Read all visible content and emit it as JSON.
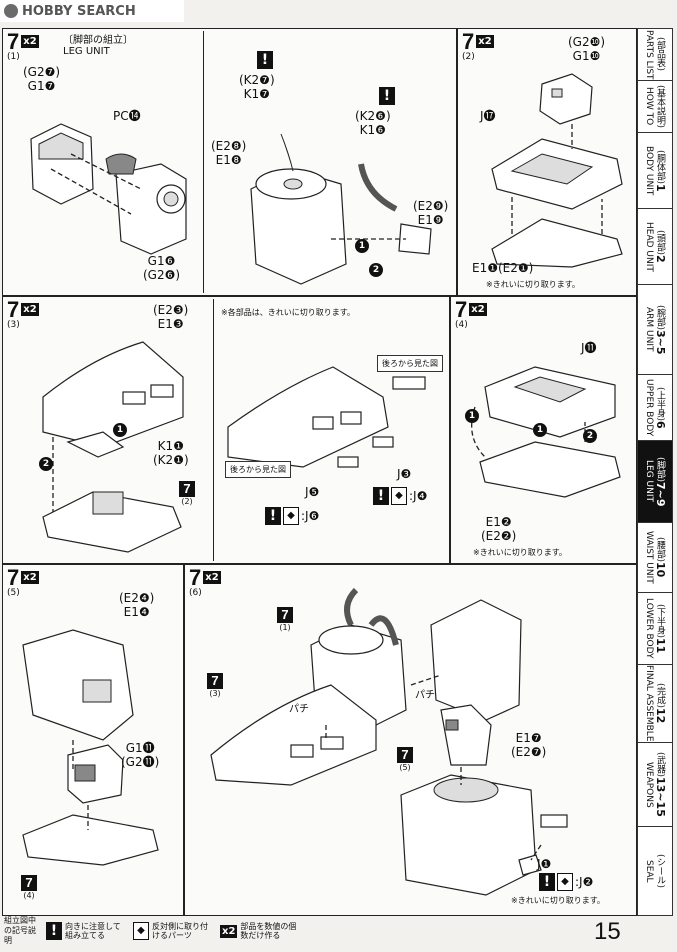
{
  "watermark": "HOBBY SEARCH",
  "page_number": "15",
  "panels": {
    "p1": {
      "step": "7",
      "sub": "(1)",
      "mult": "x2",
      "title_jp": "〔脚部の組立〕",
      "title_en": "LEG UNIT",
      "labels": {
        "g2g1": "(G2❼)\nG1❼",
        "pc": "PC⓮",
        "g16": "G1❻\n(G2❻)",
        "k2k1": "(K2❼)\nK1❼",
        "e2e1_8": "(E2❽)\nE1❽",
        "k2k1_6": "(K2❻)\nK1❻",
        "e2e1_9": "(E2❾)\nE1❾"
      }
    },
    "p2": {
      "step": "7",
      "sub": "(2)",
      "mult": "x2",
      "labels": {
        "g2g1_10": "(G2❿)\nG1❿",
        "j17": "J⓱",
        "e1e2_1": "E1❶(E2❶)"
      },
      "note": "※きれいに切り取ります。"
    },
    "p3": {
      "step": "7",
      "sub": "(3)",
      "mult": "x2",
      "labels": {
        "e2e1_3": "(E2❸)\nE1❸",
        "k1k2_1": "K1❶\n(K2❶)",
        "j3": "J❸",
        "j4": ":J❹",
        "j5": "J❺",
        "j6": ":J❻"
      },
      "note": "※各部品は、きれいに切り取ります。",
      "callout_back": "後ろから見た図",
      "ref": {
        "num": "7",
        "sub": "(2)"
      }
    },
    "p4": {
      "step": "7",
      "sub": "(4)",
      "mult": "x2",
      "labels": {
        "j11": "J⓫",
        "e1e2_2": "E1❷\n(E2❷)"
      },
      "note": "※きれいに切り取ります。"
    },
    "p5": {
      "step": "7",
      "sub": "(5)",
      "mult": "x2",
      "labels": {
        "e2e1_4": "(E2❹)\nE1❹",
        "g1g2_11": "G1⓫\n(G2⓫)"
      },
      "ref": {
        "num": "7",
        "sub": "(4)"
      }
    },
    "p6": {
      "step": "7",
      "sub": "(6)",
      "mult": "x2",
      "labels": {
        "e1e2_7": "E1❼\n(E2❼)",
        "j1": "J❶",
        "j2": ":J❷"
      },
      "note": "※きれいに切り取ります。",
      "refs": [
        {
          "num": "7",
          "sub": "(1)"
        },
        {
          "num": "7",
          "sub": "(3)"
        },
        {
          "num": "7",
          "sub": "(5)"
        }
      ],
      "clip": [
        "パチ",
        "パチ"
      ]
    }
  },
  "nav": [
    {
      "jp": "(部品表)",
      "en": "PARTS LIST",
      "num": ""
    },
    {
      "jp": "(基本説明)",
      "en": "HOW TO",
      "num": ""
    },
    {
      "jp": "(胴体部)",
      "en": "BODY UNIT",
      "num": "1"
    },
    {
      "jp": "(頭部)",
      "en": "HEAD UNIT",
      "num": "2"
    },
    {
      "jp": "(腕部)",
      "en": "ARM UNIT",
      "num": "3~5"
    },
    {
      "jp": "(上半身)",
      "en": "UPPER BODY",
      "num": "6"
    },
    {
      "jp": "(脚部)",
      "en": "LEG UNIT",
      "num": "7~9",
      "active": true
    },
    {
      "jp": "(腰部)",
      "en": "WAIST UNIT",
      "num": "10"
    },
    {
      "jp": "(下半身)",
      "en": "LOWER BODY",
      "num": "11"
    },
    {
      "jp": "(完成)",
      "en": "FINAL ASSEMBLE",
      "num": "12"
    },
    {
      "jp": "(武器)",
      "en": "WEAPONS",
      "num": "13~15"
    },
    {
      "jp": "(シール)",
      "en": "SEAL",
      "num": ""
    }
  ],
  "legend": {
    "title": "組立図中の記号説明",
    "orient": "向きに注意して組み立てる",
    "mirror": "反対側に取り付けるパーツ",
    "x2": "x2",
    "x2_desc": "部品を数値の個数だけ作る"
  }
}
